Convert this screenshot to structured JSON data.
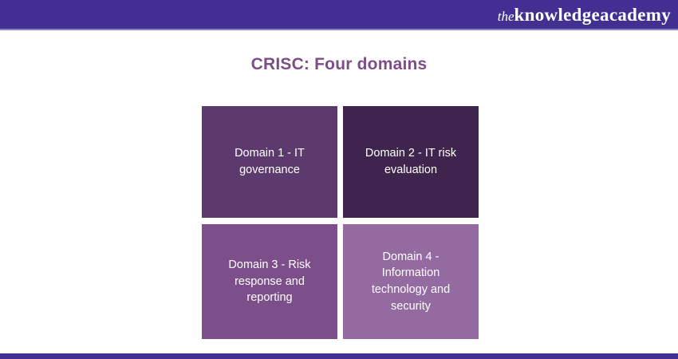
{
  "header": {
    "logo_prefix": "the",
    "logo_name": "knowledgeacademy"
  },
  "title": "CRISC: Four domains",
  "domains": [
    {
      "label": "Domain 1 - IT governance",
      "color": "#5d3a6e"
    },
    {
      "label": "Domain 2 - IT risk evaluation",
      "color": "#3f254e"
    },
    {
      "label": "Domain 3 - Risk response and reporting",
      "color": "#7c4f8b"
    },
    {
      "label": "Domain 4 - Information technology and security",
      "color": "#936ba0"
    }
  ],
  "colors": {
    "brand_bar": "#413092",
    "title_text": "#7c4d86",
    "box_text": "#ffffff",
    "background": "#ffffff"
  }
}
